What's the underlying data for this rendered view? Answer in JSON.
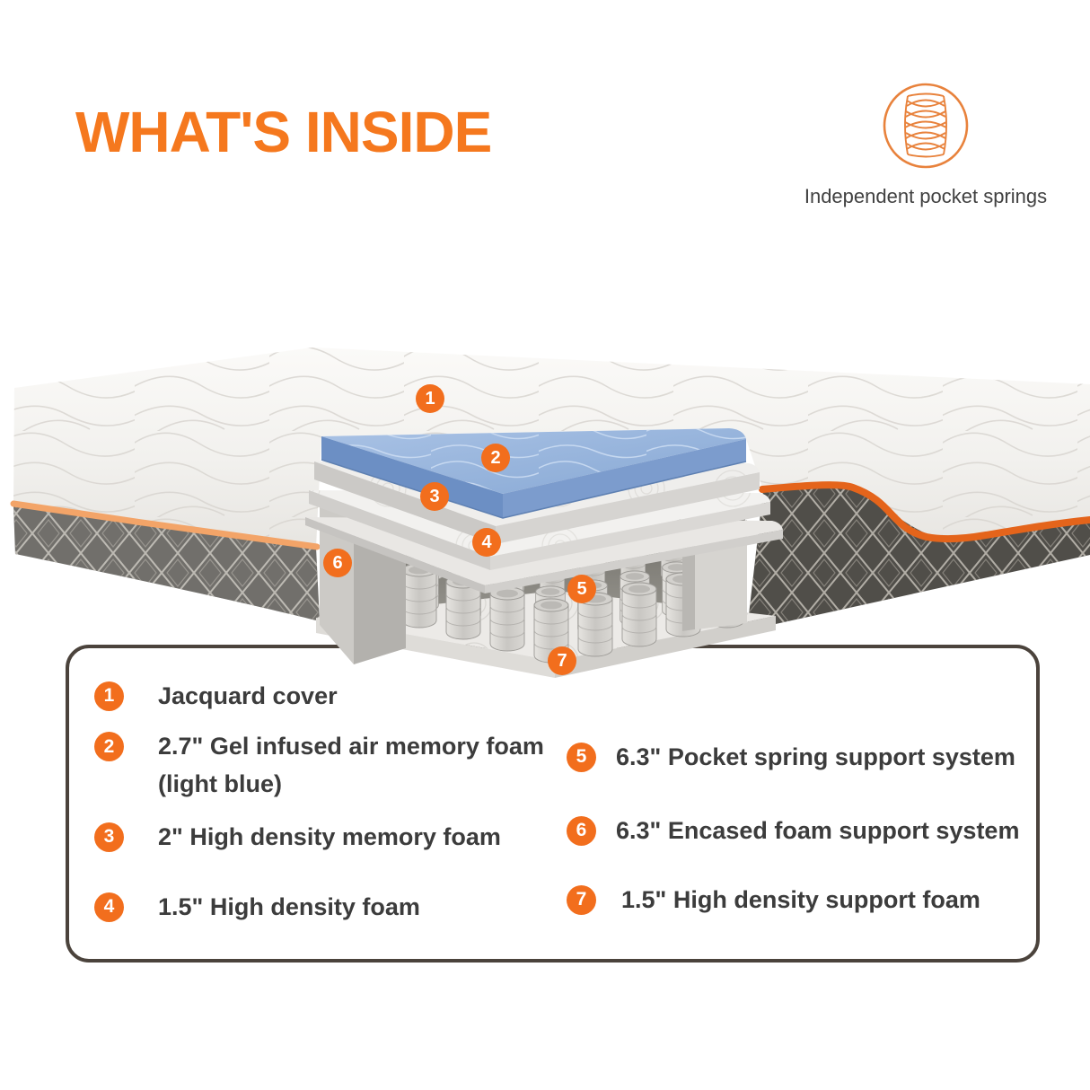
{
  "title": {
    "text": "WHAT'S INSIDE"
  },
  "feature": {
    "caption": "Independent  pocket springs",
    "icon": "pocket-springs-icon"
  },
  "diagram": {
    "badges": [
      "1",
      "2",
      "3",
      "4",
      "5",
      "6",
      "7"
    ]
  },
  "legend": {
    "items": [
      {
        "num": "1",
        "text": "Jacquard cover"
      },
      {
        "num": "2",
        "text": "2.7\" Gel infused air memory foam",
        "text2": "(light blue)"
      },
      {
        "num": "3",
        "text": "2\" High density memory foam"
      },
      {
        "num": "4",
        "text": "1.5\" High density foam"
      },
      {
        "num": "5",
        "text": "6.3\" Pocket spring support system"
      },
      {
        "num": "6",
        "text": "6.3\" Encased foam support system"
      },
      {
        "num": "7",
        "text": "1.5\" High density support foam"
      }
    ]
  },
  "colors": {
    "title_orange": "#F5781E",
    "badge_orange": "#F26E1D",
    "piping_left": "#F3A468",
    "piping_right": "#E4641B",
    "fabric_dark": "#54524D",
    "gel_foam_blue": "#8FAFD9",
    "legend_border": "#4B433C",
    "legend_text": "#3C3C3C",
    "icon_orange": "#E8823C"
  }
}
